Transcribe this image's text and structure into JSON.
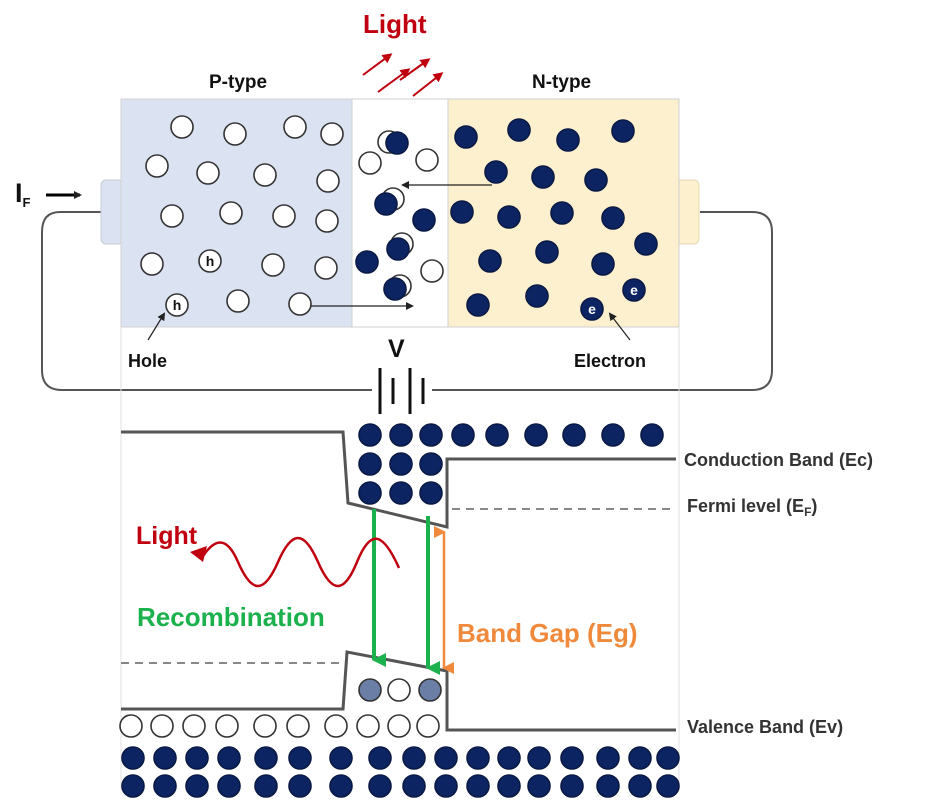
{
  "labels": {
    "light_top": "Light",
    "p_type": "P-type",
    "n_type": "N-type",
    "if_main": "I",
    "if_sub": "F",
    "hole": "Hole",
    "electron": "Electron",
    "voltage": "V",
    "light_left": "Light",
    "recombination": "Recombination",
    "band_gap": "Band Gap (Eg)",
    "conduction_band": "Conduction Band (Ec)",
    "fermi_main": "Fermi level (E",
    "fermi_sub": "F",
    "fermi_close": ")",
    "valence_band": "Valence Band (Ev)",
    "hole_letter": "h",
    "electron_letter": "e"
  },
  "colors": {
    "p_region": "#dbe3f2",
    "n_region": "#fdf0cf",
    "electron": "#0c2461",
    "light_red": "#c0000f",
    "recombination_green": "#1bb14c",
    "band_gap_orange": "#ef8a3c",
    "band_line": "#555555"
  }
}
